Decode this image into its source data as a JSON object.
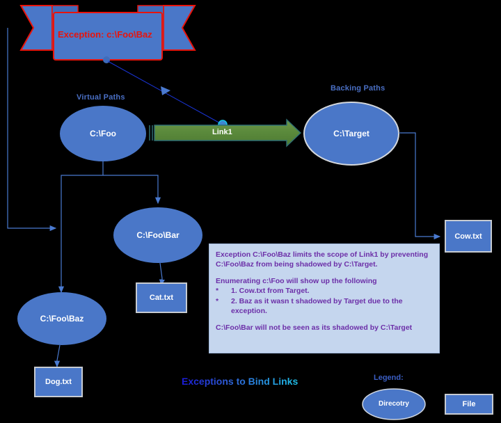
{
  "diagram": {
    "title": "Exceptions to Bind Links",
    "background_color": "#000000",
    "node_fill": "#4a77c8",
    "banner_stroke": "#e8140c",
    "link_fill": "#5b8a3c",
    "note_fill": "#c5d6ee",
    "note_text_color": "#6c2fa8"
  },
  "banner": {
    "label": "Exception: c:\\Foo\\Baz"
  },
  "group_labels": {
    "virtual": "Virtual Paths",
    "backing": "Backing Paths"
  },
  "nodes": [
    {
      "id": "foo",
      "label": "C:\\Foo",
      "kind": "directory"
    },
    {
      "id": "target",
      "label": "C:\\Target",
      "kind": "directory"
    },
    {
      "id": "foo_bar",
      "label": "C:\\Foo\\Bar",
      "kind": "directory"
    },
    {
      "id": "foo_baz",
      "label": "C:\\Foo\\Baz",
      "kind": "directory"
    }
  ],
  "files": [
    {
      "id": "cow",
      "label": "Cow.txt"
    },
    {
      "id": "cat",
      "label": "Cat.txt"
    },
    {
      "id": "dog",
      "label": "Dog.txt"
    }
  ],
  "link": {
    "label": "Link1"
  },
  "note": {
    "para1": "Exception C:\\Foo\\Baz limits the scope of Link1 by preventing C:\\Foo\\Baz from being shadowed by C:\\Target.",
    "para2": "Enumerating c:\\Foo will show up the following",
    "bullets": [
      {
        "marker": "*",
        "text": "1. Cow.txt from Target."
      },
      {
        "marker": "*",
        "text": "2. Baz as it wasn t shadowed by Target due to the exception."
      }
    ],
    "para3": "C:\\Foo\\Bar will not be seen as its shadowed by C:\\Target"
  },
  "legend": {
    "heading": "Legend:",
    "directory_label": "Direcotry",
    "file_label": "File"
  }
}
